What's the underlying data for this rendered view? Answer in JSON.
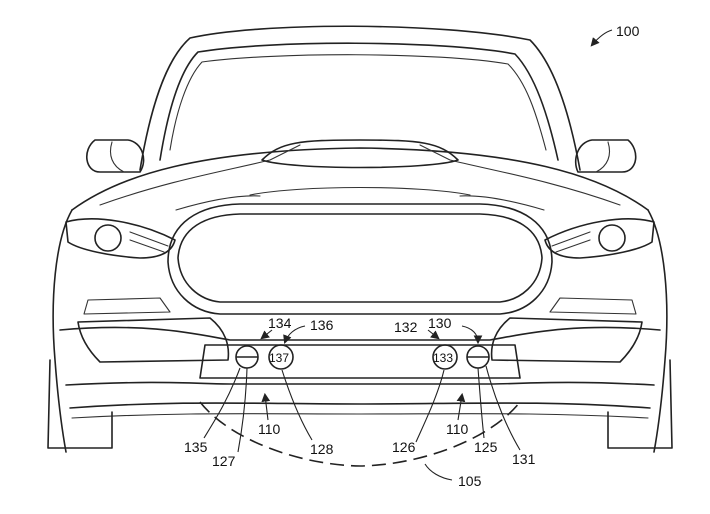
{
  "figure": {
    "reference_numerals": {
      "vehicle": "100",
      "region": "105",
      "fascia_left": "110",
      "fascia_right": "110",
      "sensor_right": "125",
      "sensor_left": "127",
      "housing_right": "126",
      "housing_left": "128",
      "right_arrow_130": "130",
      "right_131": "131",
      "right_132": "132",
      "lens_right": "133",
      "left_134": "134",
      "left_135": "135",
      "left_136": "136",
      "lens_left": "137"
    }
  },
  "colors": {
    "line": "#222222",
    "background": "#ffffff",
    "mesh": "#555555"
  }
}
